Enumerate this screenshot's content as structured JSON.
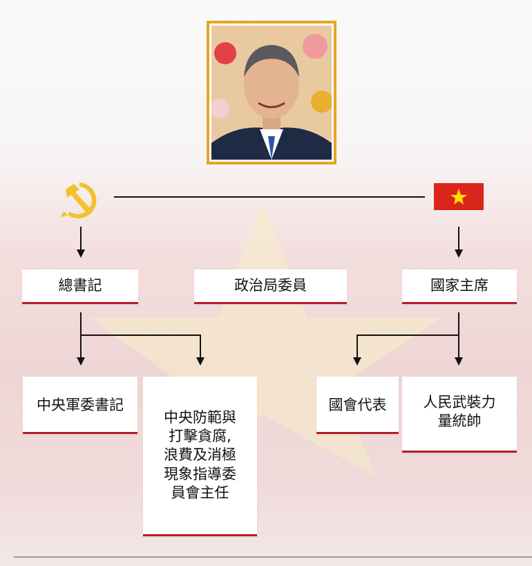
{
  "colors": {
    "accent_red": "#b51d26",
    "flag_red": "#da251d",
    "gold": "#f2c12e",
    "frame": "#e6a623"
  },
  "icons": {
    "party": "hammer-sickle-icon",
    "state": "vietnam-flag-icon"
  },
  "top_row": {
    "general_secretary": "總書記",
    "politburo_member": "政治局委員",
    "state_president": "國家主席"
  },
  "bottom_row": {
    "military_commission_secretary": "中央軍委書記",
    "anti_corruption_lines": [
      "中央防範與",
      "打擊貪腐,",
      "浪費及消極",
      "現象指導委",
      "員會主任"
    ],
    "national_assembly_deputy": "國會代表",
    "armed_forces_lines": [
      "人民武裝力",
      "量統帥"
    ]
  }
}
